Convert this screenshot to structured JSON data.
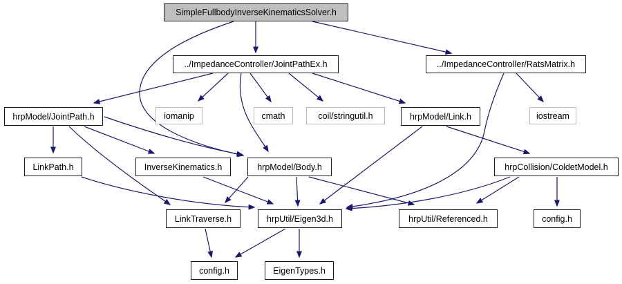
{
  "diagram": {
    "type": "include-dependency-graph",
    "root_file": "SimpleFullbodyInverseKinematicsSolver.h",
    "colors": {
      "background": "#ffffff",
      "edge": "#191970",
      "project_node_border": "#1c1c1c",
      "system_node_border": "#b9b9b9",
      "root_node_fill": "#bfbfbf",
      "node_fill": "#ffffff"
    }
  },
  "nodes": {
    "sfiks": {
      "label": "SimpleFullbodyInverseKinematicsSolver.h",
      "kind": "root"
    },
    "jointpathex": {
      "label": "../ImpedanceController/JointPathEx.h",
      "kind": "project"
    },
    "ratsmatrix": {
      "label": "../ImpedanceController/RatsMatrix.h",
      "kind": "project"
    },
    "jointpath": {
      "label": "hrpModel/JointPath.h",
      "kind": "project"
    },
    "iomanip": {
      "label": "iomanip",
      "kind": "system"
    },
    "cmath": {
      "label": "cmath",
      "kind": "system"
    },
    "stringutil": {
      "label": "coil/stringutil.h",
      "kind": "system"
    },
    "link": {
      "label": "hrpModel/Link.h",
      "kind": "project"
    },
    "iostream": {
      "label": "iostream",
      "kind": "system"
    },
    "linkpath": {
      "label": "LinkPath.h",
      "kind": "project"
    },
    "invkin": {
      "label": "InverseKinematics.h",
      "kind": "project"
    },
    "body": {
      "label": "hrpModel/Body.h",
      "kind": "project"
    },
    "coldet": {
      "label": "hrpCollision/ColdetModel.h",
      "kind": "project"
    },
    "linktraverse": {
      "label": "LinkTraverse.h",
      "kind": "project"
    },
    "eigen3d": {
      "label": "hrpUtil/Eigen3d.h",
      "kind": "project"
    },
    "referenced": {
      "label": "hrpUtil/Referenced.h",
      "kind": "project"
    },
    "config_right": {
      "label": "config.h",
      "kind": "project"
    },
    "config_bottom": {
      "label": "config.h",
      "kind": "project"
    },
    "eigentypes": {
      "label": "EigenTypes.h",
      "kind": "project"
    }
  },
  "edges": [
    {
      "from": "SimpleFullbodyInverseKinematicsSolver.h",
      "to": "../ImpedanceController/JointPathEx.h"
    },
    {
      "from": "SimpleFullbodyInverseKinematicsSolver.h",
      "to": "../ImpedanceController/RatsMatrix.h"
    },
    {
      "from": "SimpleFullbodyInverseKinematicsSolver.h",
      "to": "hrpModel/Body.h"
    },
    {
      "from": "../ImpedanceController/JointPathEx.h",
      "to": "hrpModel/JointPath.h"
    },
    {
      "from": "../ImpedanceController/JointPathEx.h",
      "to": "iomanip"
    },
    {
      "from": "../ImpedanceController/JointPathEx.h",
      "to": "cmath"
    },
    {
      "from": "../ImpedanceController/JointPathEx.h",
      "to": "coil/stringutil.h"
    },
    {
      "from": "../ImpedanceController/JointPathEx.h",
      "to": "hrpModel/Link.h"
    },
    {
      "from": "../ImpedanceController/JointPathEx.h",
      "to": "hrpModel/Body.h"
    },
    {
      "from": "../ImpedanceController/RatsMatrix.h",
      "to": "iostream"
    },
    {
      "from": "../ImpedanceController/RatsMatrix.h",
      "to": "hrpUtil/Eigen3d.h"
    },
    {
      "from": "hrpModel/JointPath.h",
      "to": "LinkPath.h"
    },
    {
      "from": "hrpModel/JointPath.h",
      "to": "InverseKinematics.h"
    },
    {
      "from": "hrpModel/JointPath.h",
      "to": "hrpModel/Body.h"
    },
    {
      "from": "hrpModel/JointPath.h",
      "to": "LinkTraverse.h"
    },
    {
      "from": "InverseKinematics.h",
      "to": "hrpUtil/Eigen3d.h"
    },
    {
      "from": "LinkPath.h",
      "to": "hrpUtil/Eigen3d.h"
    },
    {
      "from": "hrpModel/Body.h",
      "to": "LinkTraverse.h"
    },
    {
      "from": "hrpModel/Body.h",
      "to": "hrpUtil/Eigen3d.h"
    },
    {
      "from": "hrpModel/Body.h",
      "to": "hrpUtil/Referenced.h"
    },
    {
      "from": "hrpModel/Link.h",
      "to": "hrpUtil/Eigen3d.h"
    },
    {
      "from": "hrpModel/Link.h",
      "to": "hrpCollision/ColdetModel.h"
    },
    {
      "from": "hrpCollision/ColdetModel.h",
      "to": "hrpUtil/Eigen3d.h"
    },
    {
      "from": "hrpCollision/ColdetModel.h",
      "to": "hrpUtil/Referenced.h"
    },
    {
      "from": "hrpCollision/ColdetModel.h",
      "to": "config.h (right)"
    },
    {
      "from": "LinkTraverse.h",
      "to": "config.h (bottom)"
    },
    {
      "from": "hrpUtil/Eigen3d.h",
      "to": "config.h (bottom)"
    },
    {
      "from": "hrpUtil/Eigen3d.h",
      "to": "EigenTypes.h"
    }
  ]
}
